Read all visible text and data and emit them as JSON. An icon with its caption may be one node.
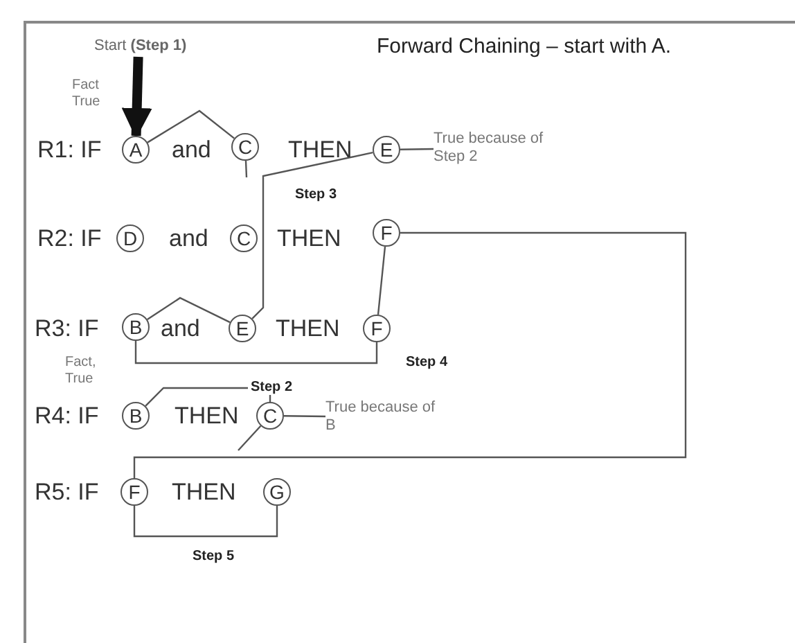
{
  "diagram": {
    "title": "Forward Chaining – start with A.",
    "nodes": [
      {
        "text": [
          "Start **(Step 1)**"
        ]
      },
      {
        "text": [
          "A"
        ]
      },
      {
        "text": [
          "C"
        ]
      },
      {
        "text": [
          "E"
        ]
      },
      {
        "text": [
          "True because of Step 2"
        ]
      },
      {
        "text": [
          "D"
        ]
      },
      {
        "text": [
          "C"
        ]
      },
      {
        "text": [
          "F"
        ]
      },
      {
        "text": [
          "B"
        ]
      },
      {
        "text": [
          "E"
        ]
      },
      {
        "text": [
          "F"
        ]
      },
      {
        "text": [
          "B"
        ]
      },
      {
        "text": [
          "C"
        ]
      },
      {
        "text": [
          "True because of B"
        ]
      },
      {
        "text": [
          "F"
        ]
      },
      {
        "text": [
          "G"
        ]
      }
    ],
    "edges": [
      {
        "from": 0,
        "to": 1,
        "arrow": "to",
        "style": "thick"
      },
      {
        "from": 1,
        "to": 2,
        "arrow": "none"
      },
      {
        "from": 2,
        "to": null,
        "arrow": "none"
      },
      {
        "from": 3,
        "to": 4,
        "arrow": "none"
      },
      {
        "from": 3,
        "to": 9,
        "arrow": "none",
        "label": "Step 3"
      },
      {
        "from": 7,
        "to": 10,
        "arrow": "none"
      },
      {
        "from": 7,
        "to": 14,
        "arrow": "none"
      },
      {
        "from": 8,
        "to": 9,
        "arrow": "none"
      },
      {
        "from": 8,
        "to": 10,
        "arrow": "none",
        "label": "Step 4"
      },
      {
        "from": 11,
        "to": 12,
        "arrow": "none",
        "label": "Step 2"
      },
      {
        "from": 12,
        "to": 13,
        "arrow": "none"
      },
      {
        "from": 12,
        "to": null,
        "arrow": "none"
      },
      {
        "from": 14,
        "to": 15,
        "arrow": "none",
        "label": "Step 5"
      }
    ],
    "labels": [
      "Fact True",
      "R1: IF",
      "and",
      "THEN",
      "R2: IF",
      "and",
      "THEN",
      "R3: IF",
      "and",
      "THEN",
      "Fact, True",
      "R4: IF",
      "THEN",
      "R5: IF",
      "THEN"
    ]
  }
}
